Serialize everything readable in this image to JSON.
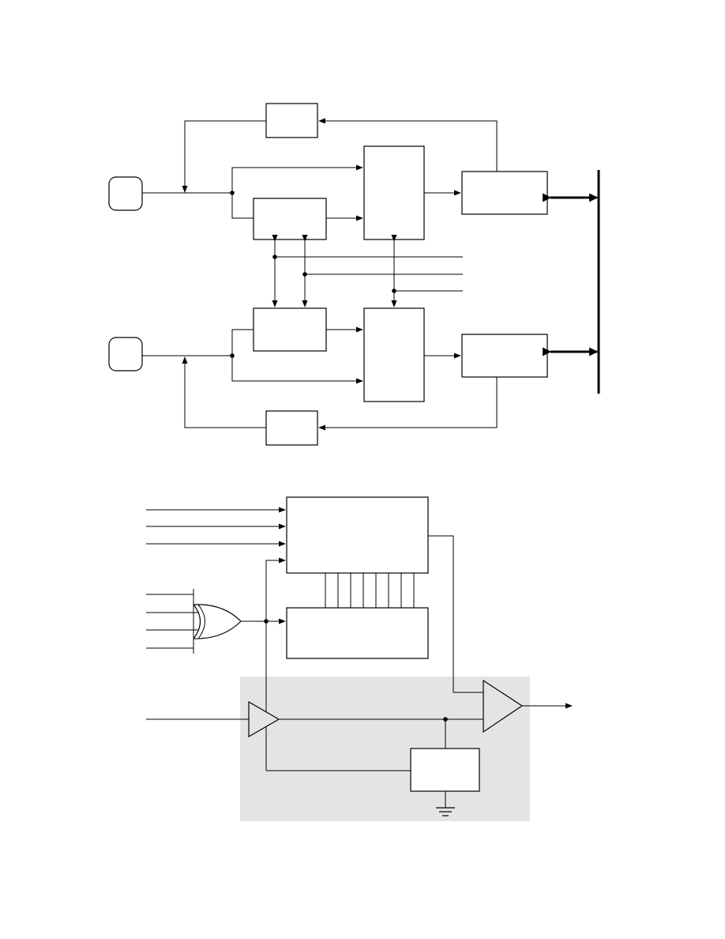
{
  "colors": {
    "background": "#ffffff",
    "line": "#000000",
    "shaded_region": "#e4e4e4"
  },
  "figures": [
    {
      "kind": "block-diagram",
      "blocks": [
        "feedback-block-top",
        "pin-top",
        "mux-top",
        "latch-top",
        "buffer-top",
        "feedback-block-bottom",
        "pin-bottom",
        "mux-bottom",
        "latch-bottom",
        "buffer-bottom"
      ],
      "bus": "vertical-system-bus",
      "labels": []
    },
    {
      "kind": "logic-circuit",
      "components": [
        "register-block",
        "control-block",
        "or-gate",
        "input-buffer",
        "output-buffer",
        "bias-block",
        "ground-symbol"
      ],
      "register_interconnect_lines": 8,
      "or_gate_inputs": 4,
      "labels": []
    }
  ]
}
